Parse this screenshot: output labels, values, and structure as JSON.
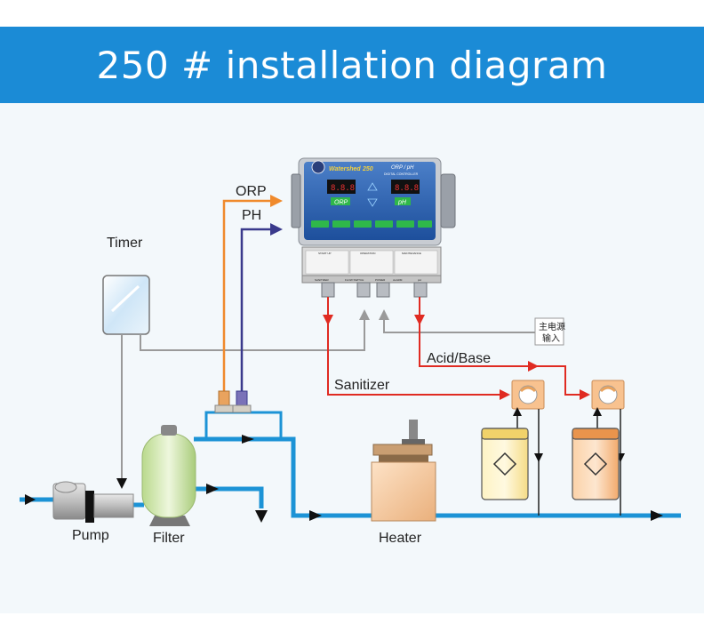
{
  "banner": {
    "title": "250 # installation diagram"
  },
  "labels": {
    "orp": "ORP",
    "ph": "PH",
    "timer": "Timer",
    "pump": "Pump",
    "filter": "Filter",
    "heater": "Heater",
    "sanitizer": "Sanitizer",
    "acid_base": "Acid/Base",
    "main_power_line1": "主电源",
    "main_power_line2": "输入"
  },
  "controller": {
    "brand": "Watershed",
    "model": "250",
    "product": "ORP / pH",
    "subtitle": "DIGITAL CONTROLLER",
    "display_orp": "ORP",
    "display_ph": "pH",
    "panel_headers": [
      "START UP",
      "OPERATION",
      "MAINTENANCE"
    ],
    "terminal_labels": [
      "SANITIZER",
      "FLOW SWITCH",
      "POWER",
      "ALARM",
      "pH"
    ]
  },
  "colors": {
    "banner": "#1b8bd6",
    "water_pipe": "#1c93d6",
    "orp_line": "#f08a2c",
    "ph_line": "#3a3a8c",
    "signal_line": "#e02b22",
    "timer_line": "#9a9a9a",
    "sanitizer_tank": "#fbe9a0",
    "acid_tank": "#f8c28f"
  }
}
